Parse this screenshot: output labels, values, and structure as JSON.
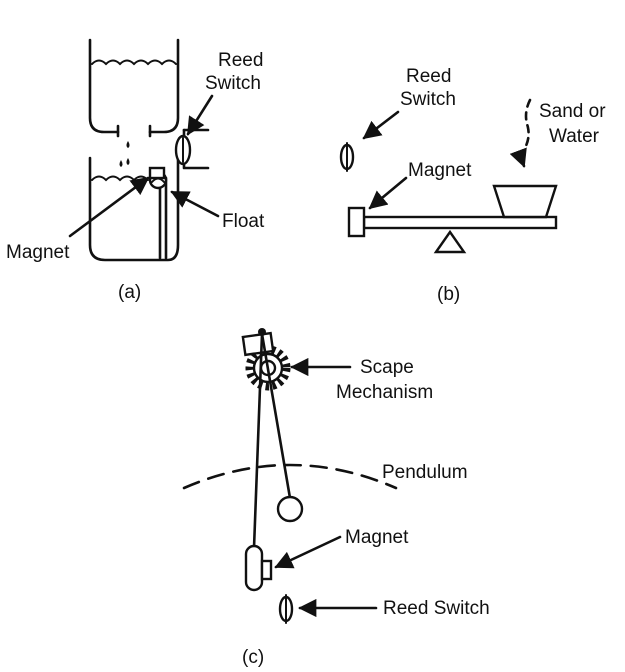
{
  "panel_a": {
    "caption": "(a)",
    "reed_switch_line1": "Reed",
    "reed_switch_line2": "Switch",
    "magnet": "Magnet",
    "float": "Float"
  },
  "panel_b": {
    "caption": "(b)",
    "reed_switch_line1": "Reed",
    "reed_switch_line2": "Switch",
    "magnet": "Magnet",
    "sand_line1": "Sand or",
    "sand_line2": "Water"
  },
  "panel_c": {
    "caption": "(c)",
    "scape_line1": "Scape",
    "scape_line2": "Mechanism",
    "pendulum": "Pendulum",
    "magnet": "Magnet",
    "reed_switch": "Reed Switch"
  },
  "colors": {
    "ink": "#111111",
    "paper": "#ffffff"
  }
}
